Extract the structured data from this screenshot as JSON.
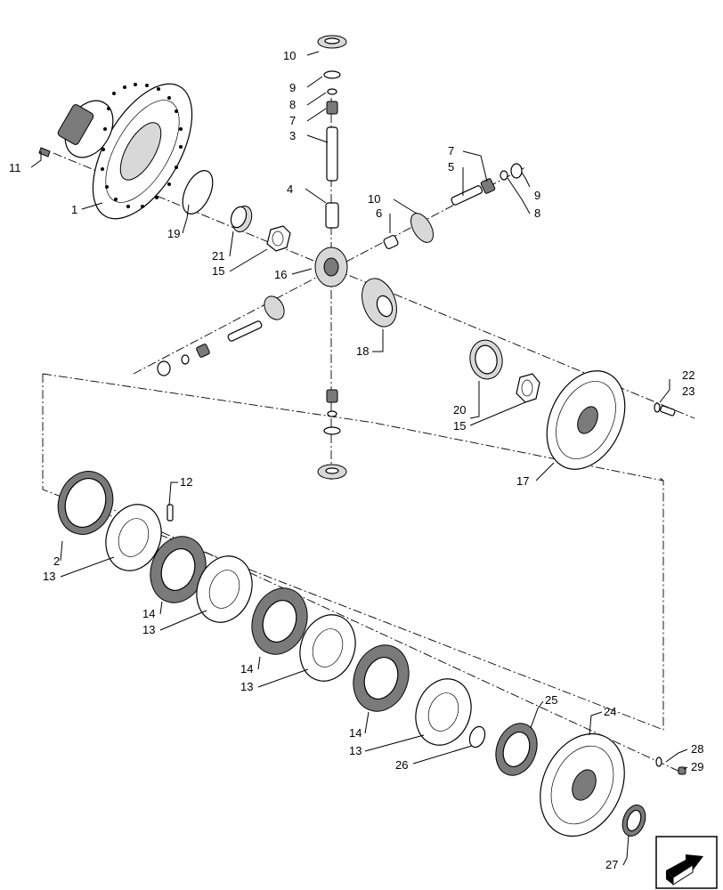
{
  "diagram": {
    "callouts": [
      {
        "id": "c10a",
        "label": "10"
      },
      {
        "id": "c9a",
        "label": "9"
      },
      {
        "id": "c8a",
        "label": "8"
      },
      {
        "id": "c7a",
        "label": "7"
      },
      {
        "id": "c3",
        "label": "3"
      },
      {
        "id": "c11",
        "label": "11"
      },
      {
        "id": "c1",
        "label": "1"
      },
      {
        "id": "c4",
        "label": "4"
      },
      {
        "id": "c7b",
        "label": "7"
      },
      {
        "id": "c5",
        "label": "5"
      },
      {
        "id": "c9b",
        "label": "9"
      },
      {
        "id": "c8b",
        "label": "8"
      },
      {
        "id": "c10b",
        "label": "10"
      },
      {
        "id": "c6",
        "label": "6"
      },
      {
        "id": "c19",
        "label": "19"
      },
      {
        "id": "c21",
        "label": "21"
      },
      {
        "id": "c15a",
        "label": "15"
      },
      {
        "id": "c16",
        "label": "16"
      },
      {
        "id": "c18",
        "label": "18"
      },
      {
        "id": "c22",
        "label": "22"
      },
      {
        "id": "c23",
        "label": "23"
      },
      {
        "id": "c20",
        "label": "20"
      },
      {
        "id": "c15b",
        "label": "15"
      },
      {
        "id": "c17",
        "label": "17"
      },
      {
        "id": "c12",
        "label": "12"
      },
      {
        "id": "c2",
        "label": "2"
      },
      {
        "id": "c13a",
        "label": "13"
      },
      {
        "id": "c14a",
        "label": "14"
      },
      {
        "id": "c13b",
        "label": "13"
      },
      {
        "id": "c14b",
        "label": "14"
      },
      {
        "id": "c13c",
        "label": "13"
      },
      {
        "id": "c14c",
        "label": "14"
      },
      {
        "id": "c13d",
        "label": "13"
      },
      {
        "id": "c25",
        "label": "25"
      },
      {
        "id": "c24",
        "label": "24"
      },
      {
        "id": "c26",
        "label": "26"
      },
      {
        "id": "c28",
        "label": "28"
      },
      {
        "id": "c29",
        "label": "29"
      },
      {
        "id": "c27",
        "label": "27"
      }
    ]
  }
}
